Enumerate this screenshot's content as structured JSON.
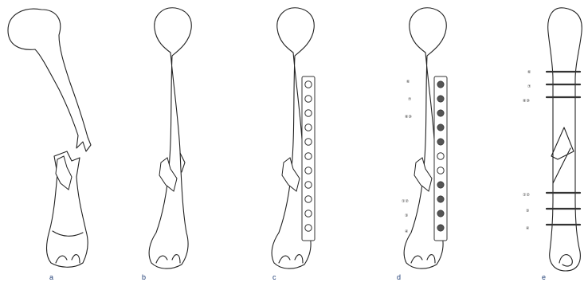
{
  "figure": {
    "panels": [
      {
        "id": "a",
        "label": "a"
      },
      {
        "id": "b",
        "label": "b"
      },
      {
        "id": "c",
        "label": "c"
      },
      {
        "id": "d",
        "label": "d"
      },
      {
        "id": "e",
        "label": "e"
      }
    ],
    "colors": {
      "line": "#222222",
      "label": "#1f3d75",
      "background": "#ffffff"
    },
    "screw_labels_d_top": [
      "⑥",
      "⑦",
      "⑧⑨"
    ],
    "screw_labels_d_bottom": [
      "①②",
      "③",
      "④"
    ],
    "screw_labels_e_top": [
      "⑥",
      "⑦",
      "⑧⑨"
    ],
    "screw_labels_e_bottom": [
      "①②",
      "③",
      "④"
    ]
  }
}
